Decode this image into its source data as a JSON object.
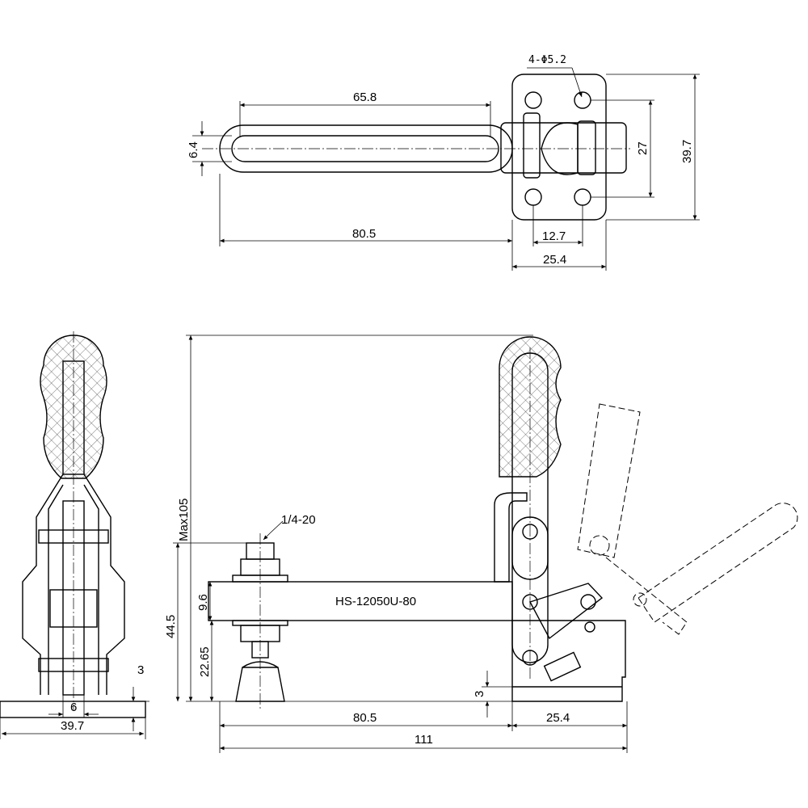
{
  "top_view": {
    "dim_slot_length": "65.8",
    "dim_slot_width": "6.4",
    "dim_handle_length": "80.5",
    "dim_hole_spacing_x": "12.7",
    "dim_base_width": "25.4",
    "dim_hole_spacing_y": "27",
    "dim_base_height": "39.7",
    "hole_callout": "4-Φ5.2"
  },
  "front_view": {
    "thread_callout": "1/4-20",
    "model_label": "HS-12050U-80",
    "dim_max_height": "Max105",
    "dim_spindle_height": "44.5",
    "dim_bar_thickness": "9.6",
    "dim_spindle_offset": "22.65",
    "dim_base_thickness": "3",
    "dim_bar_length": "80.5",
    "dim_base_length": "25.4",
    "dim_total_length": "111"
  },
  "side_view": {
    "dim_base_thickness": "3",
    "dim_slot_width": "6",
    "dim_base_width": "39.7"
  }
}
